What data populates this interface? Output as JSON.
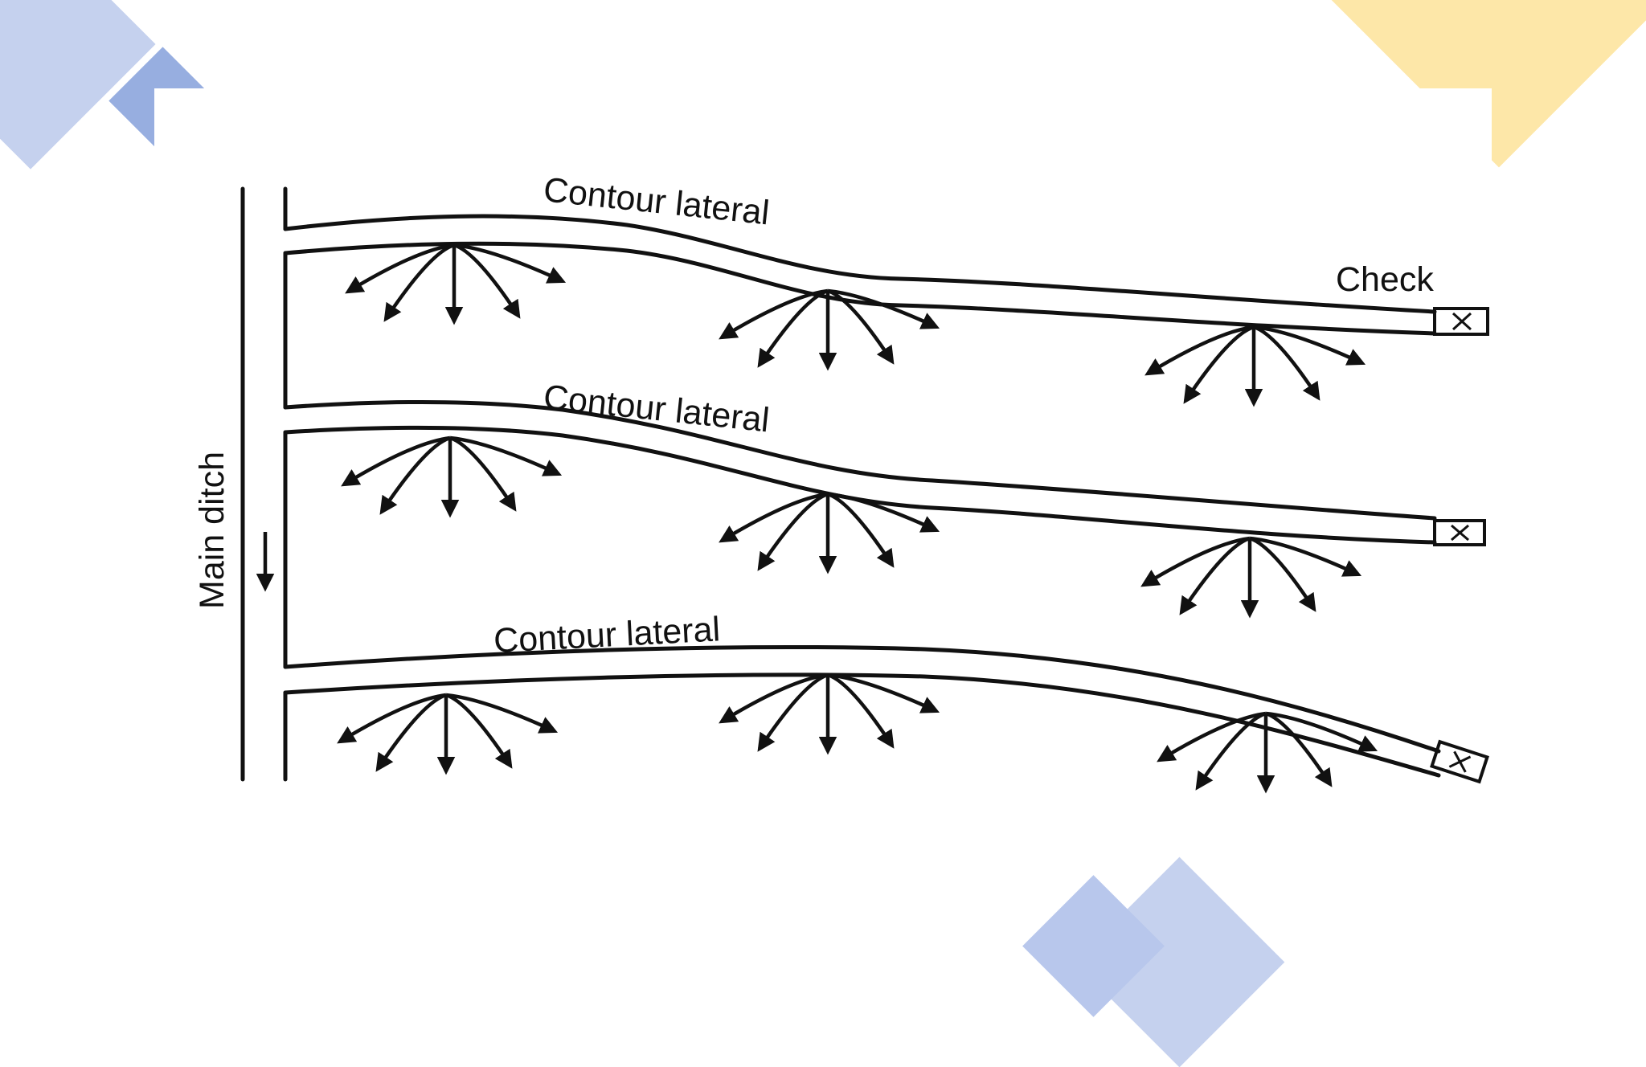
{
  "diagram": {
    "main_ditch_label": "Main ditch",
    "lateral_labels": [
      "Contour lateral",
      "Contour lateral",
      "Contour lateral"
    ],
    "check_label": "Check",
    "icons": [
      "flow-arrow-icon",
      "check-structure-icon"
    ],
    "colors": {
      "line": "#111111",
      "deco_blue": "#c5d1ee",
      "deco_yellow": "#fde7a8"
    }
  }
}
